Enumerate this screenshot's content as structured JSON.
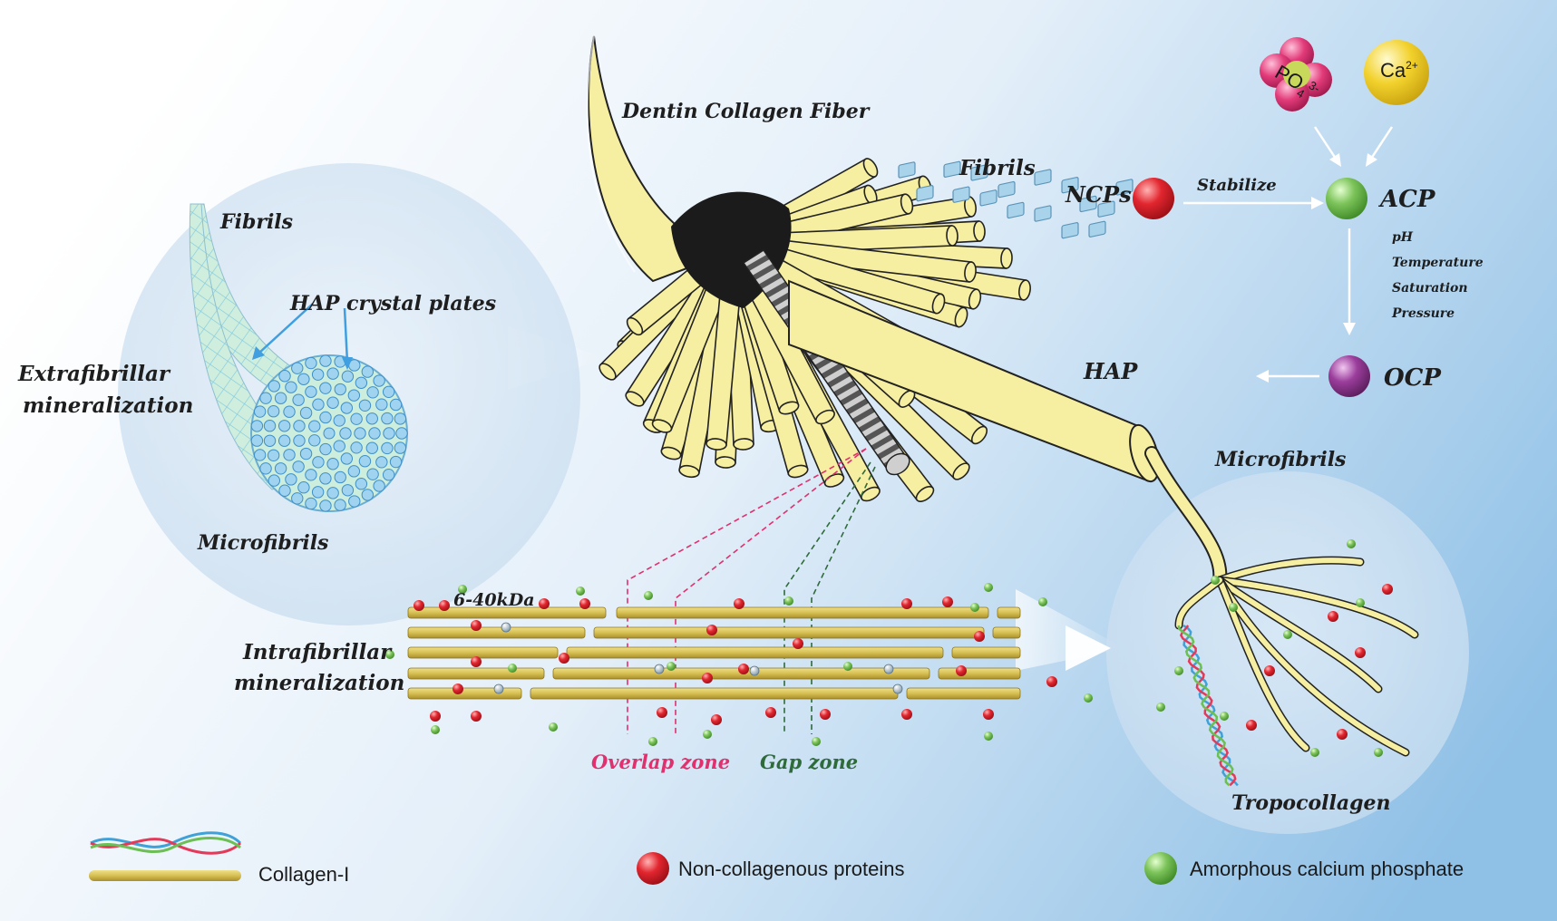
{
  "labels": {
    "dentin_collagen_fiber": "Dentin Collagen Fiber",
    "fibrils_top": "Fibrils",
    "fibrils_left": "Fibrils",
    "hap_crystal_plates": "HAP crystal plates",
    "extrafibrillar_line1": "Extrafibrillar",
    "extrafibrillar_line2": "mineralization",
    "microfibrils_left": "Microfibrils",
    "microfibrils_right": "Microfibrils",
    "hap": "HAP",
    "intrafibrillar_line1": "Intrafibrillar",
    "intrafibrillar_line2": "mineralization",
    "kda": "6-40kDa",
    "overlap_zone": "Overlap zone",
    "gap_zone": "Gap zone",
    "tropocollagen": "Tropocollagen"
  },
  "pathway": {
    "po4": "PO",
    "po4_sub": "4",
    "po4_sup": "3-",
    "ca": "Ca",
    "ca_sup": "2+",
    "ncps": "NCPs",
    "stabilize": "Stabilize",
    "acp": "ACP",
    "conditions": [
      "pH",
      "Temperature",
      "Saturation",
      "Pressure"
    ],
    "ocp": "OCP"
  },
  "legend": {
    "collagen": "Collagen-I",
    "ncp": "Non-collagenous proteins",
    "acp": "Amorphous calcium phosphate"
  },
  "colors": {
    "fiber_fill": "#f6eea0",
    "fiber_stroke": "#222222",
    "collagen_rod": "#d9c45a",
    "ncp_red": "#e2262f",
    "acp_green": "#7cc35a",
    "ocp_purple": "#9b3e9c",
    "po4_pink": "#e23b7a",
    "ca_yellow": "#f2d12c",
    "overlap_pink": "#e0306e",
    "gap_green": "#2f6b3a",
    "hap_crystal": "#a9d3ea",
    "background_blue": "#9fc9e8"
  }
}
